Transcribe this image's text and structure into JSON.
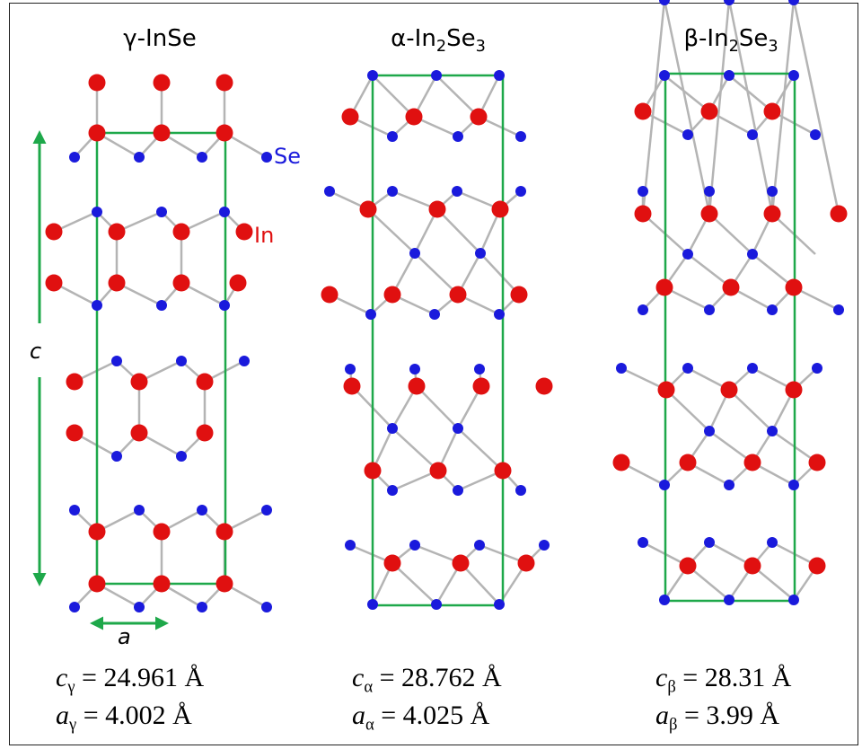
{
  "panels": [
    {
      "title_main": "γ-InSe",
      "title_sub1": "",
      "title_mid": "",
      "title_sub2": "",
      "c_symbol": "c",
      "c_sub": "γ",
      "c_value": " = 24.961 Å",
      "a_symbol": "a",
      "a_sub": "γ",
      "a_value": " = 4.002 Å"
    },
    {
      "title_main": "α-In",
      "title_sub1": "2",
      "title_mid": "Se",
      "title_sub2": "3",
      "c_symbol": "c",
      "c_sub": "α",
      "c_value": " = 28.762 Å",
      "a_symbol": "a",
      "a_sub": "α",
      "a_value": " = 4.025 Å"
    },
    {
      "title_main": "β-In",
      "title_sub1": "2",
      "title_mid": "Se",
      "title_sub2": "3",
      "c_symbol": "c",
      "c_sub": "β",
      "c_value": " = 28.31 Å",
      "a_symbol": "a",
      "a_sub": "β",
      "a_value": " = 3.99 Å"
    }
  ],
  "labels": {
    "se": "Se",
    "in": "In",
    "c_axis": "c",
    "a_axis": "a"
  },
  "colors": {
    "se_atom": "#1a1adc",
    "in_atom": "#e01010",
    "bond": "#b4b4b4",
    "unit_cell": "#1ea84a",
    "arrow": "#1ea84a"
  }
}
